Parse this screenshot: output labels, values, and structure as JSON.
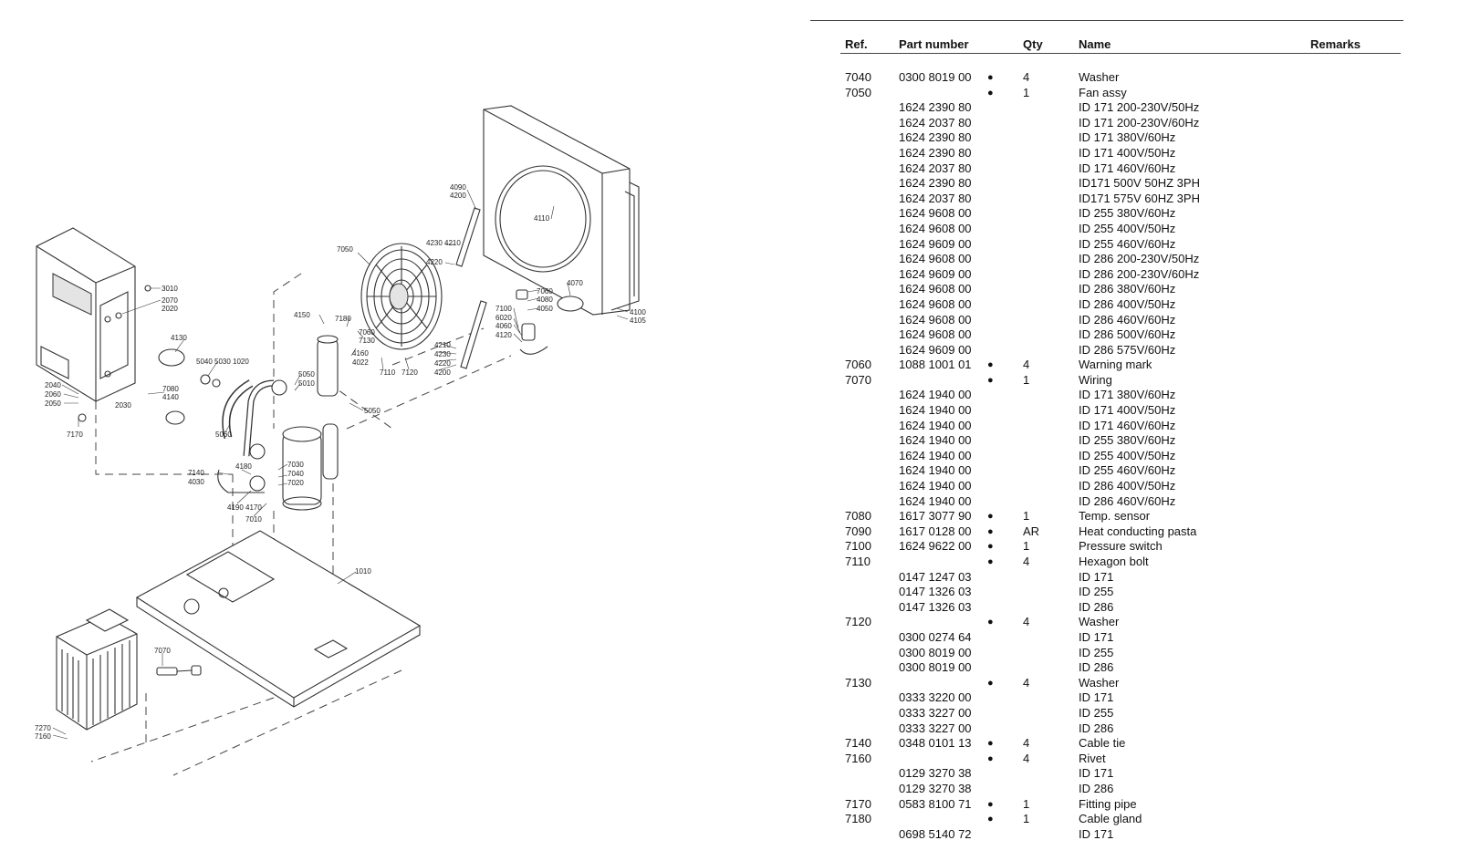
{
  "header": {
    "ref": "Ref.",
    "part_number": "Part number",
    "qty": "Qty",
    "name": "Name",
    "remarks": "Remarks"
  },
  "rows": [
    {
      "ref": "7040",
      "part": "0300 8019 00",
      "dot": "●",
      "qty": "4",
      "name": "Washer",
      "remarks": ""
    },
    {
      "ref": "7050",
      "part": "",
      "dot": "●",
      "qty": "1",
      "name": "Fan assy",
      "remarks": ""
    },
    {
      "ref": "",
      "part": "1624 2390 80",
      "dot": "",
      "qty": "",
      "name": "ID 171 200-230V/50Hz",
      "remarks": ""
    },
    {
      "ref": "",
      "part": "1624 2037 80",
      "dot": "",
      "qty": "",
      "name": "ID 171 200-230V/60Hz",
      "remarks": ""
    },
    {
      "ref": "",
      "part": "1624 2390 80",
      "dot": "",
      "qty": "",
      "name": "ID 171 380V/60Hz",
      "remarks": ""
    },
    {
      "ref": "",
      "part": "1624 2390 80",
      "dot": "",
      "qty": "",
      "name": "ID 171 400V/50Hz",
      "remarks": ""
    },
    {
      "ref": "",
      "part": "1624 2037 80",
      "dot": "",
      "qty": "",
      "name": "ID 171 460V/60Hz",
      "remarks": ""
    },
    {
      "ref": "",
      "part": "1624 2390 80",
      "dot": "",
      "qty": "",
      "name": "ID171 500V 50HZ 3PH",
      "remarks": ""
    },
    {
      "ref": "",
      "part": "1624 2037 80",
      "dot": "",
      "qty": "",
      "name": "ID171 575V 60HZ 3PH",
      "remarks": ""
    },
    {
      "ref": "",
      "part": "1624 9608 00",
      "dot": "",
      "qty": "",
      "name": "ID 255 380V/60Hz",
      "remarks": ""
    },
    {
      "ref": "",
      "part": "1624 9608 00",
      "dot": "",
      "qty": "",
      "name": "ID 255 400V/50Hz",
      "remarks": ""
    },
    {
      "ref": "",
      "part": "1624 9609 00",
      "dot": "",
      "qty": "",
      "name": "ID 255 460V/60Hz",
      "remarks": ""
    },
    {
      "ref": "",
      "part": "1624 9608 00",
      "dot": "",
      "qty": "",
      "name": "ID 286 200-230V/50Hz",
      "remarks": ""
    },
    {
      "ref": "",
      "part": "1624 9609 00",
      "dot": "",
      "qty": "",
      "name": "ID 286 200-230V/60Hz",
      "remarks": ""
    },
    {
      "ref": "",
      "part": "1624 9608 00",
      "dot": "",
      "qty": "",
      "name": "ID 286 380V/60Hz",
      "remarks": ""
    },
    {
      "ref": "",
      "part": "1624 9608 00",
      "dot": "",
      "qty": "",
      "name": "ID 286 400V/50Hz",
      "remarks": ""
    },
    {
      "ref": "",
      "part": "1624 9608 00",
      "dot": "",
      "qty": "",
      "name": "ID 286 460V/60Hz",
      "remarks": ""
    },
    {
      "ref": "",
      "part": "1624 9608 00",
      "dot": "",
      "qty": "",
      "name": "ID 286 500V/60Hz",
      "remarks": ""
    },
    {
      "ref": "",
      "part": "1624 9609 00",
      "dot": "",
      "qty": "",
      "name": "ID 286 575V/60Hz",
      "remarks": ""
    },
    {
      "ref": "7060",
      "part": "1088 1001 01",
      "dot": "●",
      "qty": "4",
      "name": "Warning mark",
      "remarks": ""
    },
    {
      "ref": "7070",
      "part": "",
      "dot": "●",
      "qty": "1",
      "name": "Wiring",
      "remarks": ""
    },
    {
      "ref": "",
      "part": "1624 1940 00",
      "dot": "",
      "qty": "",
      "name": "ID 171 380V/60Hz",
      "remarks": ""
    },
    {
      "ref": "",
      "part": "1624 1940 00",
      "dot": "",
      "qty": "",
      "name": "ID 171 400V/50Hz",
      "remarks": ""
    },
    {
      "ref": "",
      "part": "1624 1940 00",
      "dot": "",
      "qty": "",
      "name": "ID 171 460V/60Hz",
      "remarks": ""
    },
    {
      "ref": "",
      "part": "1624 1940 00",
      "dot": "",
      "qty": "",
      "name": "ID 255 380V/60Hz",
      "remarks": ""
    },
    {
      "ref": "",
      "part": "1624 1940 00",
      "dot": "",
      "qty": "",
      "name": "ID 255 400V/50Hz",
      "remarks": ""
    },
    {
      "ref": "",
      "part": "1624 1940 00",
      "dot": "",
      "qty": "",
      "name": "ID 255 460V/60Hz",
      "remarks": ""
    },
    {
      "ref": "",
      "part": "1624 1940 00",
      "dot": "",
      "qty": "",
      "name": "ID 286 400V/50Hz",
      "remarks": ""
    },
    {
      "ref": "",
      "part": "1624 1940 00",
      "dot": "",
      "qty": "",
      "name": "ID 286 460V/60Hz",
      "remarks": ""
    },
    {
      "ref": "7080",
      "part": "1617 3077 90",
      "dot": "●",
      "qty": "1",
      "name": "Temp. sensor",
      "remarks": ""
    },
    {
      "ref": "7090",
      "part": "1617 0128 00",
      "dot": "●",
      "qty": "AR",
      "name": "Heat conducting pasta",
      "remarks": ""
    },
    {
      "ref": "7100",
      "part": "1624 9622 00",
      "dot": "●",
      "qty": "1",
      "name": "Pressure switch",
      "remarks": ""
    },
    {
      "ref": "7110",
      "part": "",
      "dot": "●",
      "qty": "4",
      "name": "Hexagon bolt",
      "remarks": ""
    },
    {
      "ref": "",
      "part": "0147 1247 03",
      "dot": "",
      "qty": "",
      "name": "ID 171",
      "remarks": ""
    },
    {
      "ref": "",
      "part": "0147 1326 03",
      "dot": "",
      "qty": "",
      "name": "ID 255",
      "remarks": ""
    },
    {
      "ref": "",
      "part": "0147 1326 03",
      "dot": "",
      "qty": "",
      "name": "ID 286",
      "remarks": ""
    },
    {
      "ref": "7120",
      "part": "",
      "dot": "●",
      "qty": "4",
      "name": "Washer",
      "remarks": ""
    },
    {
      "ref": "",
      "part": "0300 0274 64",
      "dot": "",
      "qty": "",
      "name": "ID 171",
      "remarks": ""
    },
    {
      "ref": "",
      "part": "0300 8019 00",
      "dot": "",
      "qty": "",
      "name": "ID 255",
      "remarks": ""
    },
    {
      "ref": "",
      "part": "0300 8019 00",
      "dot": "",
      "qty": "",
      "name": "ID 286",
      "remarks": ""
    },
    {
      "ref": "7130",
      "part": "",
      "dot": "●",
      "qty": "4",
      "name": "Washer",
      "remarks": ""
    },
    {
      "ref": "",
      "part": "0333 3220 00",
      "dot": "",
      "qty": "",
      "name": "ID 171",
      "remarks": ""
    },
    {
      "ref": "",
      "part": "0333 3227 00",
      "dot": "",
      "qty": "",
      "name": "ID 255",
      "remarks": ""
    },
    {
      "ref": "",
      "part": "0333 3227 00",
      "dot": "",
      "qty": "",
      "name": "ID 286",
      "remarks": ""
    },
    {
      "ref": "7140",
      "part": "0348 0101 13",
      "dot": "●",
      "qty": "4",
      "name": "Cable tie",
      "remarks": ""
    },
    {
      "ref": "7160",
      "part": "",
      "dot": "●",
      "qty": "4",
      "name": "Rivet",
      "remarks": ""
    },
    {
      "ref": "",
      "part": "0129 3270 38",
      "dot": "",
      "qty": "",
      "name": "ID 171",
      "remarks": ""
    },
    {
      "ref": "",
      "part": "0129 3270 38",
      "dot": "",
      "qty": "",
      "name": "ID 286",
      "remarks": ""
    },
    {
      "ref": "7170",
      "part": "0583 8100 71",
      "dot": "●",
      "qty": "1",
      "name": "Fitting pipe",
      "remarks": ""
    },
    {
      "ref": "7180",
      "part": "",
      "dot": "●",
      "qty": "1",
      "name": "Cable gland",
      "remarks": ""
    },
    {
      "ref": "",
      "part": "0698 5140 72",
      "dot": "",
      "qty": "",
      "name": "ID 171",
      "remarks": ""
    }
  ],
  "diagram": {
    "callouts": [
      "3010",
      "2070",
      "2020",
      "4130",
      "5040",
      "5030",
      "1020",
      "2040",
      "2060",
      "2050",
      "7080",
      "4140",
      "2030",
      "7170",
      "5060",
      "7140",
      "4030",
      "4180",
      "4190",
      "4170",
      "7010",
      "7030",
      "7040",
      "7020",
      "4150",
      "7180",
      "7060",
      "7130",
      "4160",
      "4022",
      "7110",
      "7120",
      "5050",
      "5010",
      "5050",
      "7050",
      "4090",
      "4200",
      "4110",
      "4230",
      "4210",
      "4220",
      "4210",
      "4230",
      "4220",
      "4200",
      "7060",
      "4080",
      "4050",
      "4070",
      "7100",
      "6020",
      "4060",
      "4120",
      "4100",
      "4105",
      "1010",
      "7070",
      "7270",
      "7160"
    ]
  }
}
